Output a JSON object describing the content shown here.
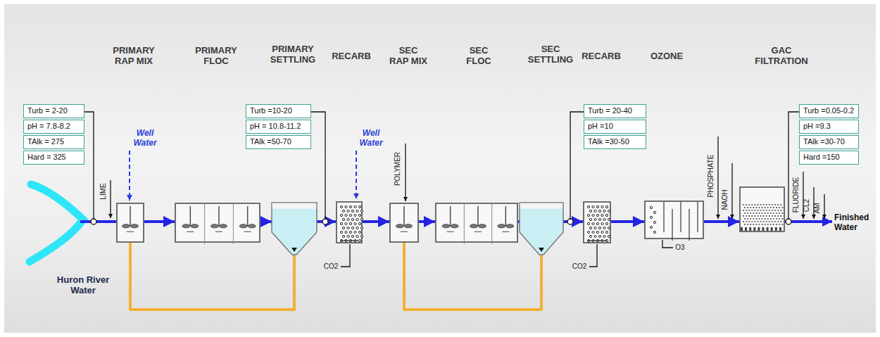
{
  "diagram": {
    "nodes": [
      {
        "text": [
          "PRIMARY RAP MIX"
        ]
      },
      {
        "text": [
          "PRIMARY FLOC"
        ]
      },
      {
        "text": [
          "PRIMARY SETTLING"
        ]
      },
      {
        "text": [
          "RECARB"
        ]
      },
      {
        "text": [
          "SEC RAP MIX"
        ]
      },
      {
        "text": [
          "SEC FLOC"
        ]
      },
      {
        "text": [
          "SEC SETTLING"
        ]
      },
      {
        "text": [
          "RECARB"
        ]
      },
      {
        "text": [
          "OZONE"
        ]
      },
      {
        "text": [
          "GAC FILTRATION"
        ]
      },
      {
        "text": [
          "Turb = 2-20",
          "pH = 7.8-8.2",
          "TAlk = 275",
          "Hard = 325"
        ]
      },
      {
        "text": [
          "Turb =10-20",
          "pH = 10.8-11.2",
          "TAlk =50-70"
        ]
      },
      {
        "text": [
          "Turb = 20-40",
          "pH =10",
          "TAlk =30-50"
        ]
      },
      {
        "text": [
          "Turb =0.05-0.2",
          "pH =9.3",
          "TAlk =30-70",
          "Hard =150"
        ]
      }
    ],
    "edges": [
      {
        "from": 0,
        "to": 1,
        "arrow": "to"
      },
      {
        "from": 1,
        "to": 2,
        "arrow": "to"
      },
      {
        "from": 2,
        "to": 3,
        "arrow": "to"
      },
      {
        "from": 3,
        "to": 4,
        "arrow": "to"
      },
      {
        "from": 4,
        "to": 5,
        "arrow": "to"
      },
      {
        "from": 5,
        "to": 6,
        "arrow": "to"
      },
      {
        "from": 6,
        "to": 7,
        "arrow": "to"
      },
      {
        "from": 7,
        "to": 8,
        "arrow": "to"
      },
      {
        "from": 8,
        "to": 9,
        "arrow": "to"
      },
      {
        "from": 2,
        "to": 0,
        "arrow": "none"
      },
      {
        "from": 6,
        "to": 4,
        "arrow": "none"
      }
    ],
    "labels": [
      "LIME",
      "Well Water",
      "Well Water",
      "CO2",
      "POLYMER",
      "CO2",
      "O3",
      "PHOSPHATE",
      "NAOH",
      "FLUORIDE",
      "CL2",
      "AM",
      "Huron River Water",
      "Finished Water"
    ]
  }
}
